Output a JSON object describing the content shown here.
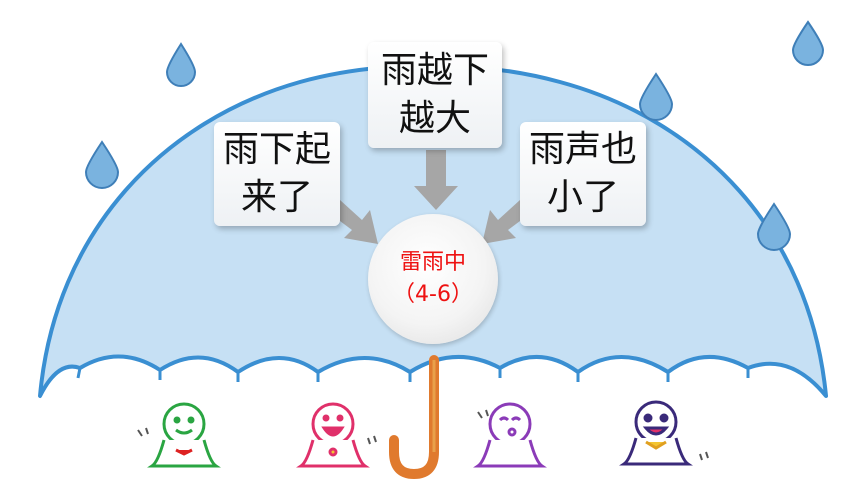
{
  "center": {
    "title": "雷雨中",
    "subtitle": "（4-6）"
  },
  "boxes": {
    "left": "雨下起\n来了",
    "top": "雨越下\n越大",
    "right": "雨声也\n小了"
  },
  "colors": {
    "umbrella_fill": "#c6e0f4",
    "umbrella_outline": "#3a8fd2",
    "raindrop": "#7ab3df",
    "handle": "#e07a2e",
    "arrow": "#a6a6a6",
    "center_text": "#ee1111"
  }
}
